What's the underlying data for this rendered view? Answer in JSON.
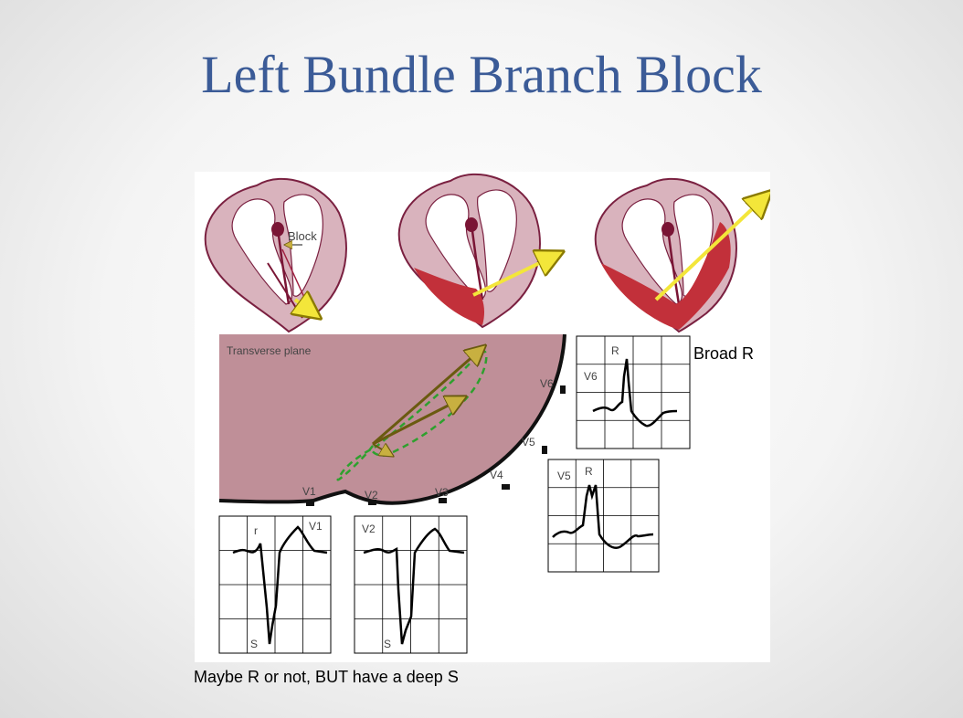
{
  "slide": {
    "title": "Left Bundle Branch Block",
    "caption_broad_r": "Broad R",
    "caption_bottom": "Maybe R or not, BUT have a deep S"
  },
  "diagram": {
    "block_label": "Block",
    "plane_label": "Transverse plane",
    "leads": {
      "v1": "V1",
      "v2": "V2",
      "v3": "V3",
      "v4": "V4",
      "v5": "V5",
      "v6": "V6"
    },
    "wave_labels": {
      "r_small": "r",
      "r_large": "R",
      "s": "S"
    }
  },
  "colors": {
    "title": "#3b5b97",
    "heart_tissue": "#d9b3bd",
    "heart_outline": "#7a2040",
    "depolarized": "#c2303a",
    "vector_arrow": "#f3e63a",
    "torso": "#bf8f98",
    "loop": "#2ea02e"
  }
}
